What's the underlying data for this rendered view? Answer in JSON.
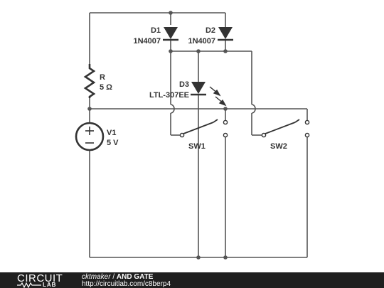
{
  "circuit": {
    "components": {
      "d1": {
        "name": "D1",
        "part": "1N4007"
      },
      "d2": {
        "name": "D2",
        "part": "1N4007"
      },
      "d3": {
        "name": "D3",
        "part": "LTL-307EE"
      },
      "r": {
        "name": "R",
        "value": "5 Ω"
      },
      "v1": {
        "name": "V1",
        "value": "5 V"
      },
      "sw1": {
        "name": "SW1"
      },
      "sw2": {
        "name": "SW2"
      }
    }
  },
  "footer": {
    "logo_top": "CIRCUIT",
    "logo_bottom": "LAB",
    "author": "cktmaker",
    "separator": " / ",
    "title": "AND GATE",
    "url": "http://circuitlab.com/c8berp4"
  },
  "colors": {
    "wire": "#555555",
    "component": "#333333",
    "footer_bg": "#1f1f1f"
  }
}
